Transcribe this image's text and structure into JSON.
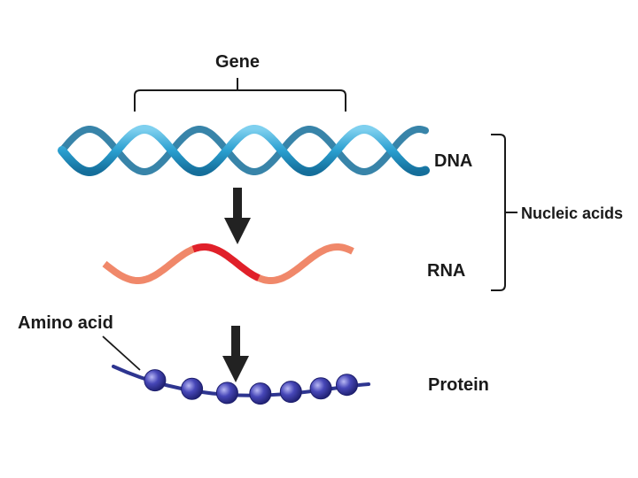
{
  "labels": {
    "gene": "Gene",
    "dna": "DNA",
    "rna": "RNA",
    "nucleic_acids": "Nucleic acids",
    "amino_acid": "Amino acid",
    "protein": "Protein"
  },
  "colors": {
    "dna_strand": "#2a9fd0",
    "dna_strand_dark": "#156e9a",
    "rna_strand": "#f0886a",
    "rna_highlight": "#e0202a",
    "protein_chain": "#2e3590",
    "amino_bead": "#4747b8",
    "arrow": "#222222",
    "text": "#1a1a1a"
  },
  "protein": {
    "amino_acid_count": 7
  }
}
